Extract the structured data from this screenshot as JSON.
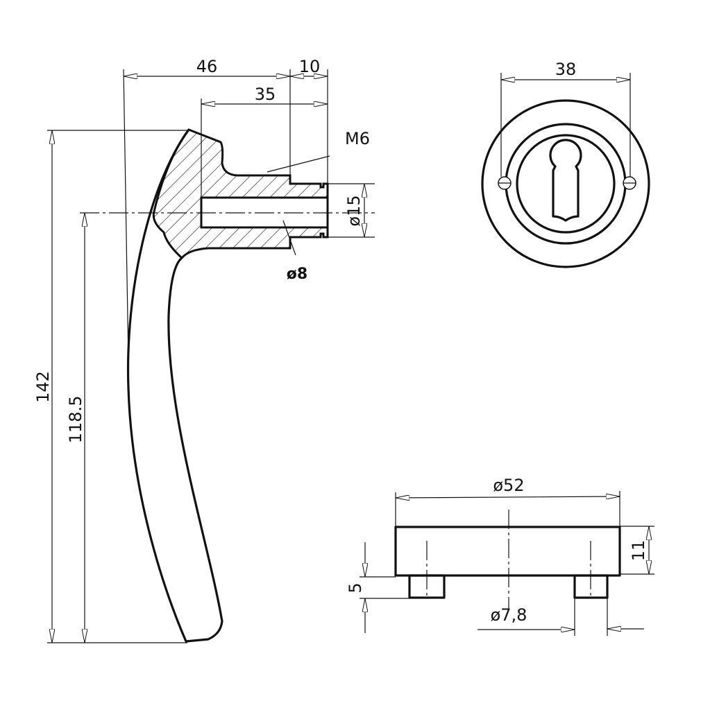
{
  "drawing": {
    "handle_side_view": {
      "dimensions": {
        "overall_depth": "46",
        "spindle_length": "10",
        "bore_depth": "35",
        "thread": "M6",
        "neck_diameter": "ø15",
        "bore_diameter": "ø8",
        "overall_height": "142",
        "axis_height": "118.5"
      }
    },
    "rosette_front_view": {
      "dimensions": {
        "screw_spacing": "38"
      }
    },
    "rosette_side_view": {
      "dimensions": {
        "diameter": "ø52",
        "thickness": "11",
        "pin_height": "5",
        "pin_diameter": "ø7,8"
      }
    }
  }
}
